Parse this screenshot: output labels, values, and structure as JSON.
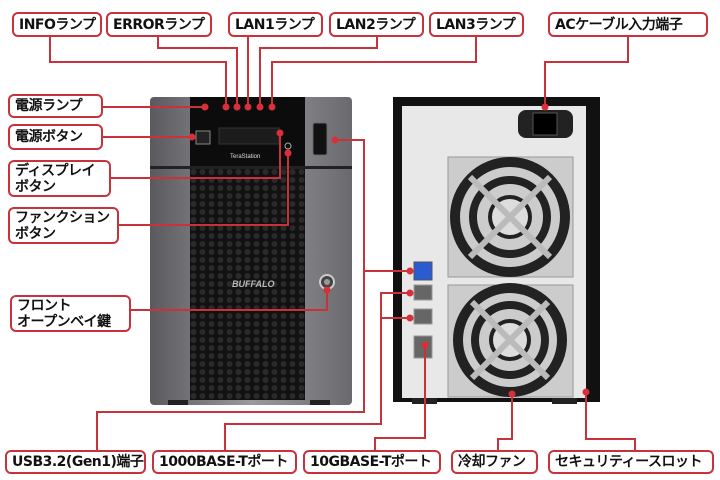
{
  "labels": {
    "info_lamp": "INFOランプ",
    "error_lamp": "ERRORランプ",
    "lan1_lamp": "LAN1ランプ",
    "lan2_lamp": "LAN2ランプ",
    "lan3_lamp": "LAN3ランプ",
    "ac_inlet": "ACケーブル入力端子",
    "power_lamp": "電源ランプ",
    "power_button": "電源ボタン",
    "display_button": [
      "ディスプレイ",
      "ボタン"
    ],
    "function_button": [
      "ファンクション",
      "ボタン"
    ],
    "front_bay_key": [
      "フロント",
      "オープンベイ鍵"
    ],
    "usb_port": "USB3.2(Gen1)端子",
    "port_1000base": "1000BASE-Tポート",
    "port_10gbase": "10GBASE-Tポート",
    "cooling_fan": "冷却ファン",
    "security_slot": "セキュリティースロット"
  },
  "device": {
    "brand": "BUFFALO",
    "model": "TeraStation"
  },
  "colors": {
    "accent": "#c8323a"
  }
}
